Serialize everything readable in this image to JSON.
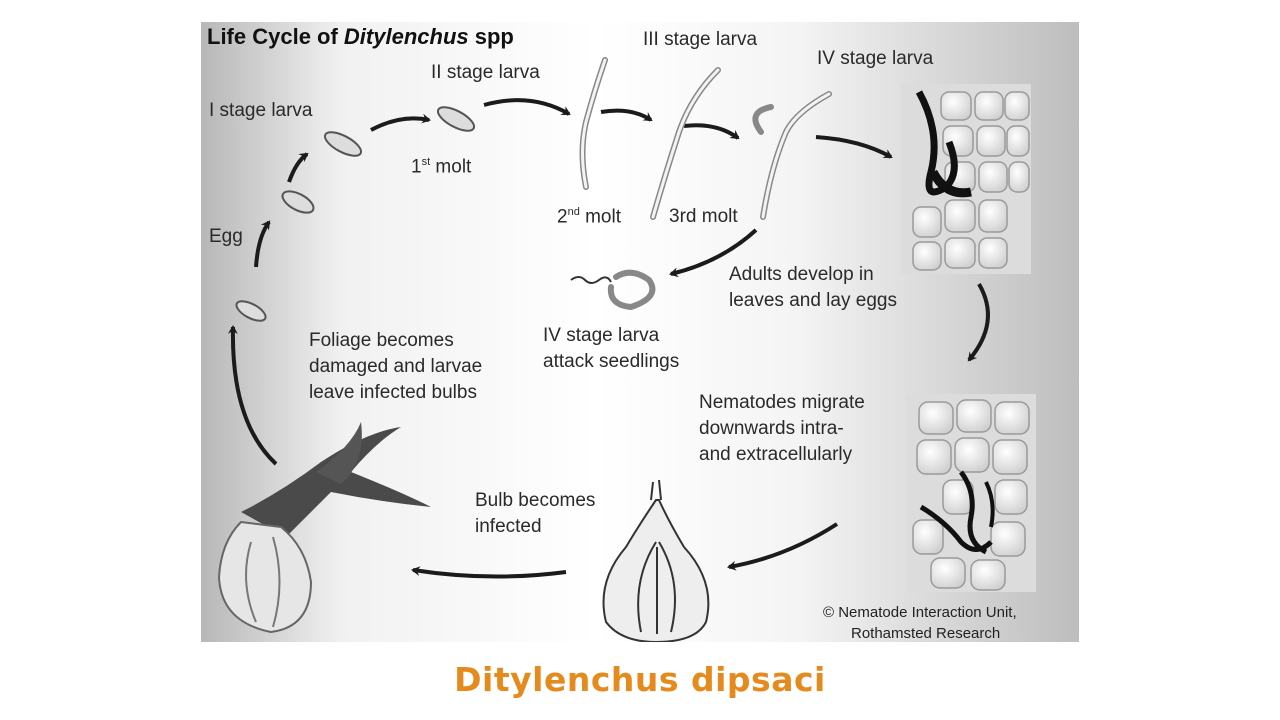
{
  "diagram": {
    "title_prefix": "Life Cycle of ",
    "title_genus": "Ditylenchus",
    "title_suffix": " spp",
    "labels": {
      "stage1": "I stage larva",
      "stage2": "II stage larva",
      "stage3": "III stage larva",
      "stage4": "IV stage larva",
      "egg": "Egg",
      "molt1_num": "1",
      "molt1_sup": "st",
      "molt1_word": " molt",
      "molt2_num": "2",
      "molt2_sup": "nd",
      "molt2_word": " molt",
      "molt3": "3rd molt",
      "adults_1": "Adults develop in",
      "adults_2": "leaves and lay eggs",
      "seedling_1": "IV stage larva",
      "seedling_2": "attack seedlings",
      "foliage_1": "Foliage becomes",
      "foliage_2": "damaged and larvae",
      "foliage_3": "leave infected bulbs",
      "migrate_1": "Nematodes migrate",
      "migrate_2": "downwards intra-",
      "migrate_3": "and extracellularly",
      "bulb_1": "Bulb becomes",
      "bulb_2": "infected",
      "credit_1": "© Nematode Interaction Unit,",
      "credit_2": "Rothamsted Research"
    }
  },
  "caption": "Ditylenchus dipsaci",
  "colors": {
    "caption": "#e58b1e",
    "background_gradient_dark": "#b9b9b9",
    "ink": "#2a2a2a"
  }
}
